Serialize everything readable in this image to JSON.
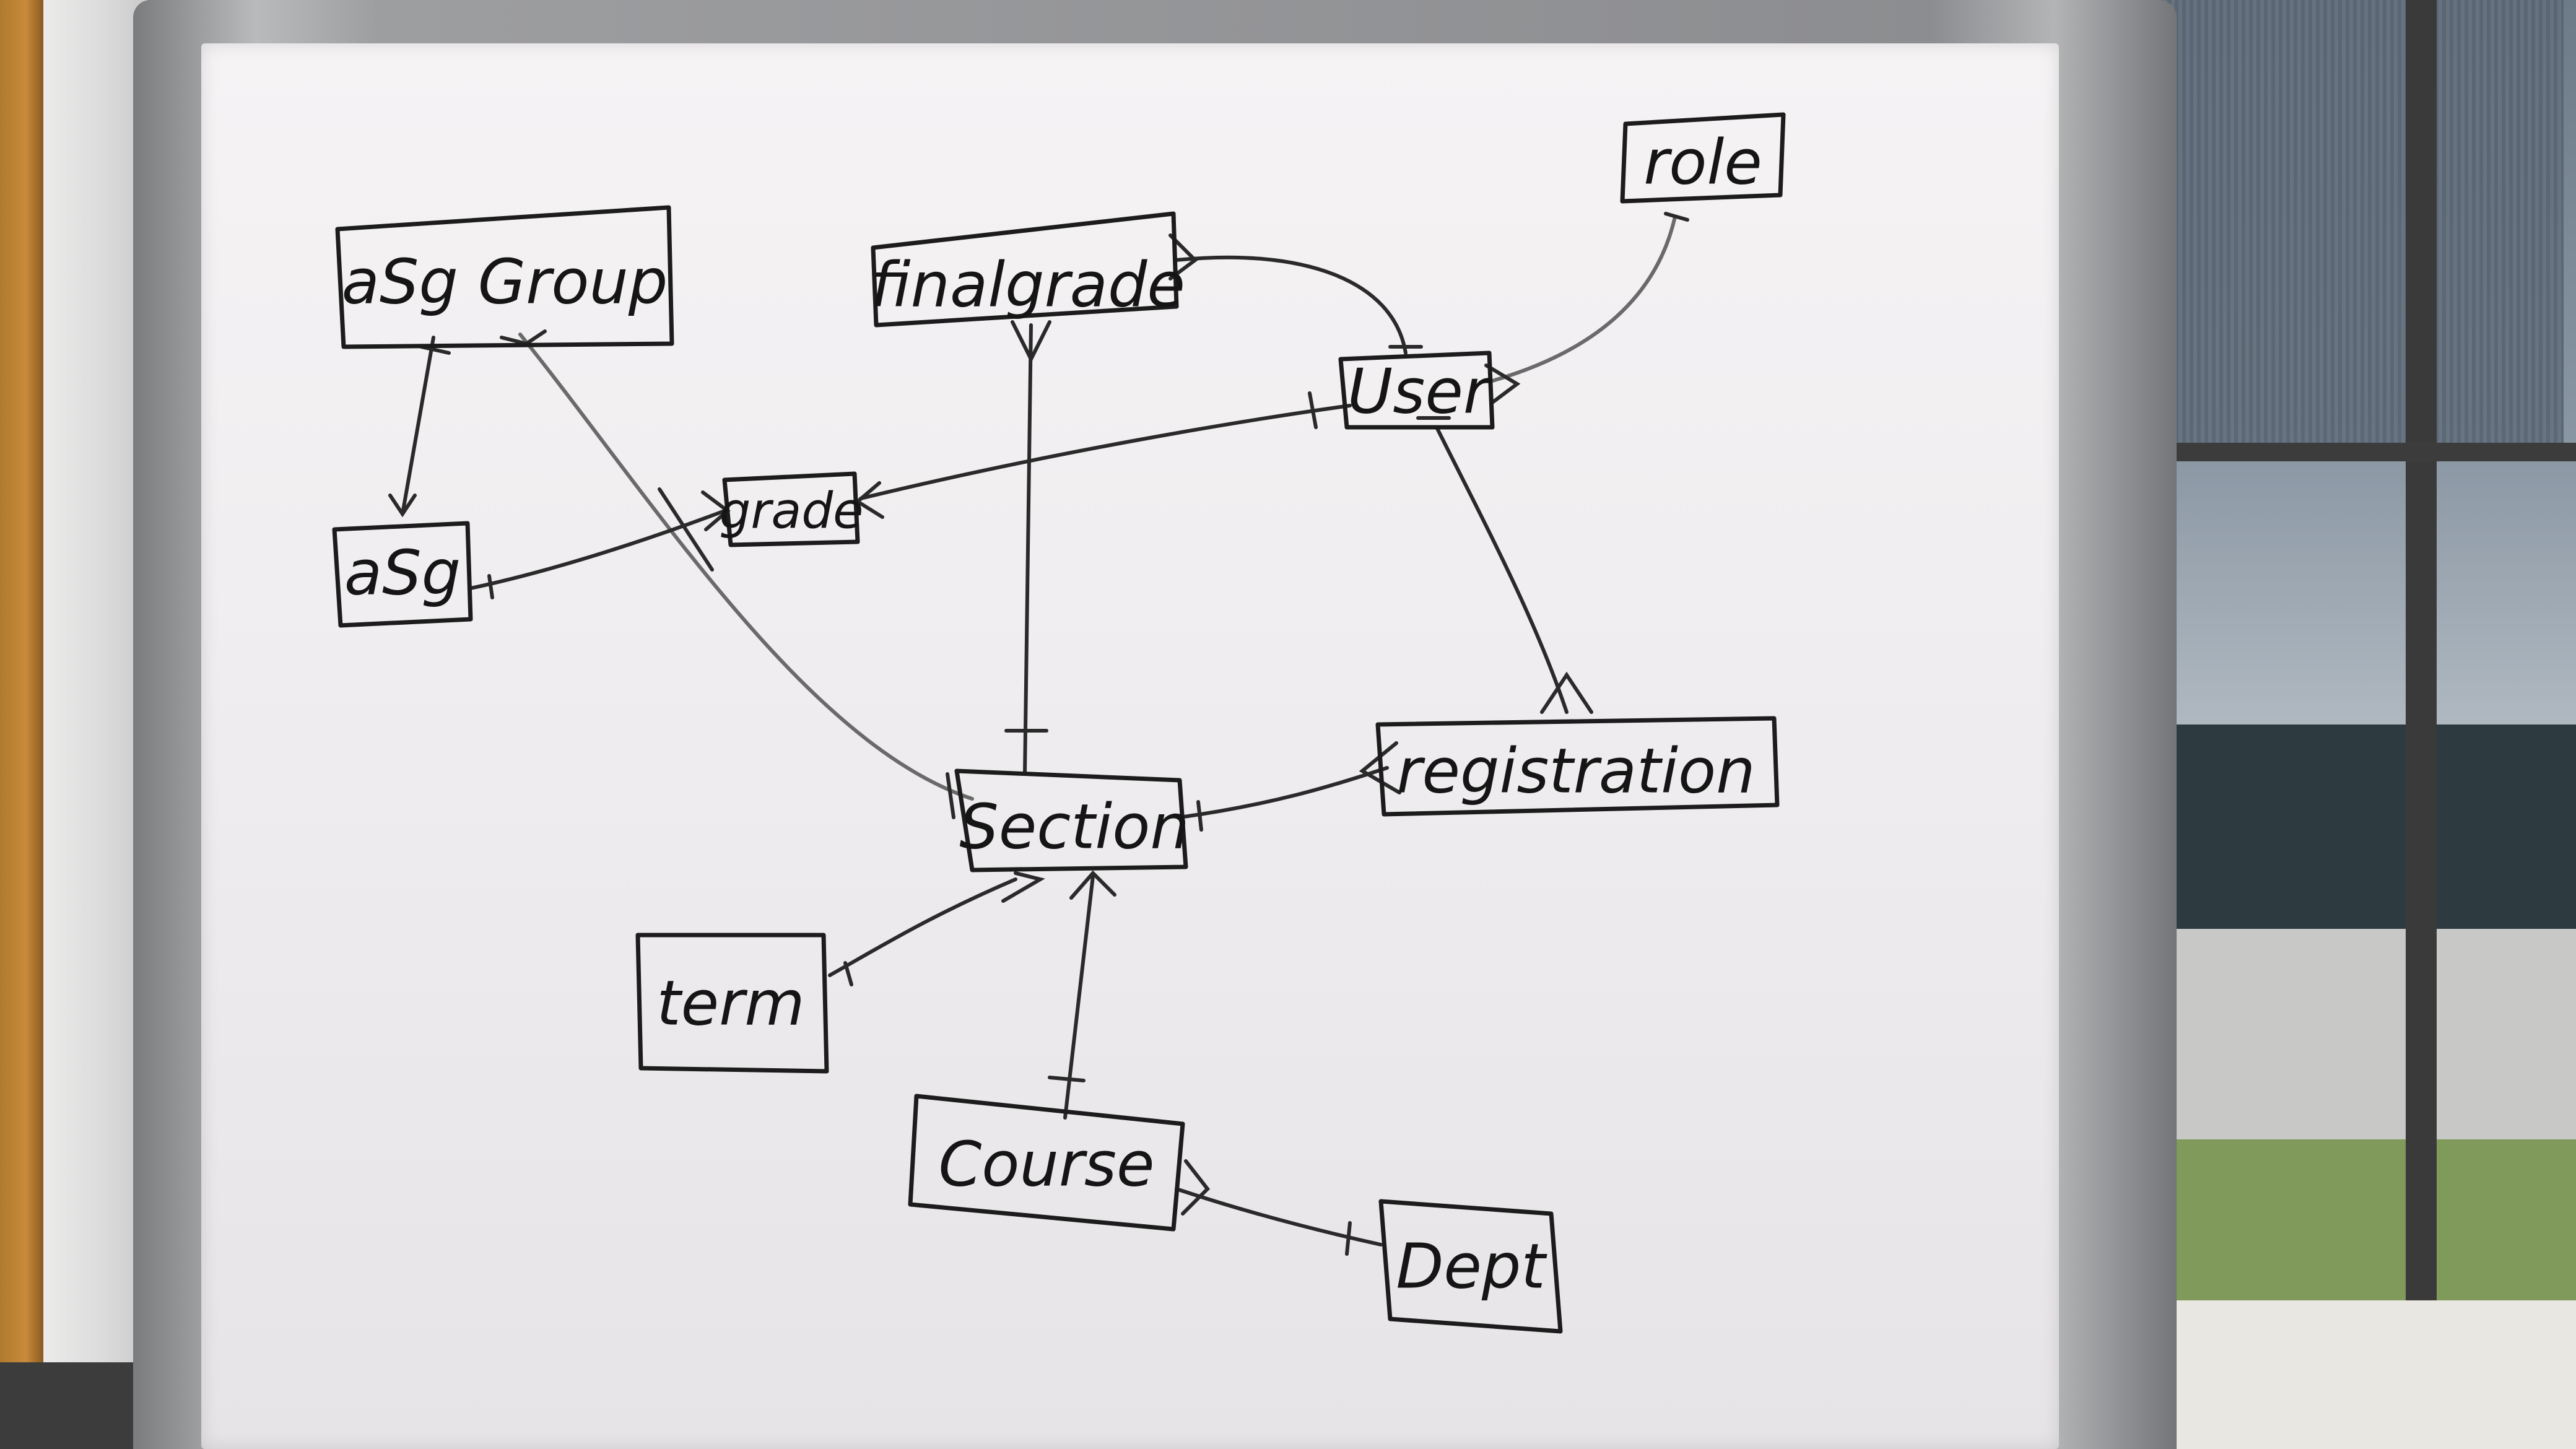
{
  "diagram": {
    "entities": {
      "asg_group": "aSg Group",
      "finalgrade": "finalgrade",
      "role": "role",
      "user": "User",
      "asg": "aSg",
      "grade": "grade",
      "section": "Section",
      "registration": "registration",
      "term": "term",
      "course": "Course",
      "dept": "Dept"
    },
    "relationships": [
      {
        "from": "asg_group",
        "to": "asg",
        "from_end": "one",
        "to_end": "many"
      },
      {
        "from": "asg_group",
        "to": "section",
        "from_end": "many",
        "to_end": "one"
      },
      {
        "from": "finalgrade",
        "to": "user",
        "from_end": "many",
        "to_end": "one"
      },
      {
        "from": "finalgrade",
        "to": "section",
        "from_end": "many",
        "to_end": "one"
      },
      {
        "from": "user",
        "to": "role",
        "from_end": "many",
        "to_end": "one"
      },
      {
        "from": "grade",
        "to": "user",
        "from_end": "many",
        "to_end": "one"
      },
      {
        "from": "asg",
        "to": "grade",
        "from_end": "one",
        "to_end": "many"
      },
      {
        "from": "user",
        "to": "registration",
        "from_end": "one",
        "to_end": "many"
      },
      {
        "from": "section",
        "to": "registration",
        "from_end": "one",
        "to_end": "many"
      },
      {
        "from": "section",
        "to": "term",
        "from_end": "many",
        "to_end": "one"
      },
      {
        "from": "section",
        "to": "course",
        "from_end": "many",
        "to_end": "one"
      },
      {
        "from": "course",
        "to": "dept",
        "from_end": "many",
        "to_end": "one"
      }
    ]
  }
}
